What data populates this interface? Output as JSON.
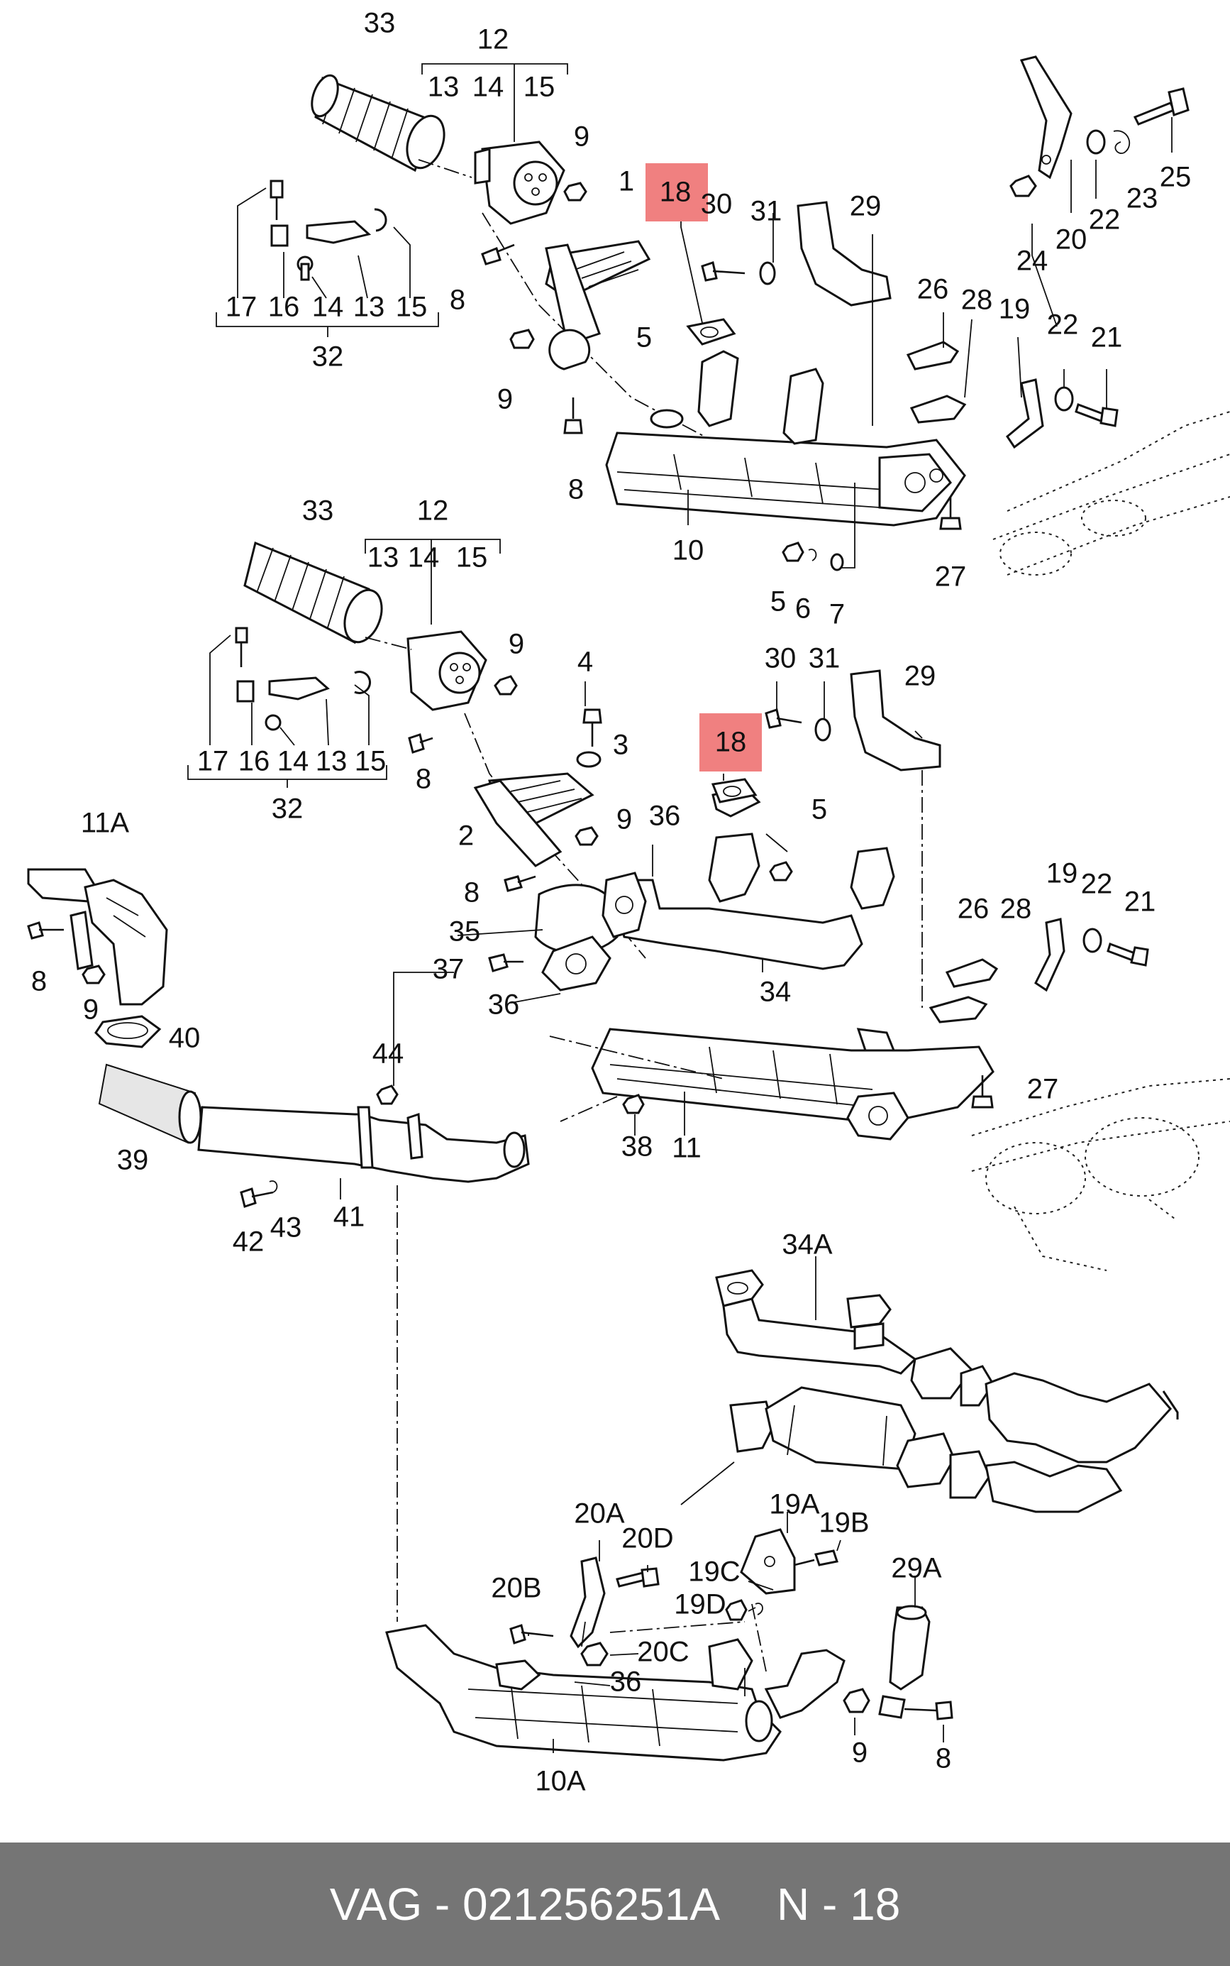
{
  "diagram": {
    "labels": {
      "top": {
        "l33": "33",
        "l12": "12",
        "l13": "13",
        "l14": "14",
        "l15": "15",
        "l9a": "9",
        "l17": "17",
        "l16": "16",
        "l14b": "14",
        "l13b": "13",
        "l15b": "15",
        "l8a": "8",
        "l32": "32",
        "l1": "1",
        "l18": "18",
        "l30": "30",
        "l31": "31",
        "l29": "29",
        "l20": "20",
        "l22": "22",
        "l23": "23",
        "l25": "25",
        "l24": "24",
        "l26": "26",
        "l28": "28",
        "l19": "19",
        "l22b": "22",
        "l21": "21",
        "l5": "5",
        "l9b": "9",
        "l8b": "8",
        "l10": "10",
        "l27": "27",
        "l5b": "5",
        "l6": "6",
        "l7": "7"
      },
      "middle": {
        "l33": "33",
        "l12": "12",
        "l13": "13",
        "l14": "14",
        "l15": "15",
        "l9a": "9",
        "l17": "17",
        "l16": "16",
        "l14b": "14",
        "l13b": "13",
        "l15b": "15",
        "l8a": "8",
        "l32": "32",
        "l4": "4",
        "l3": "3",
        "l30": "30",
        "l31": "31",
        "l29": "29",
        "l18": "18",
        "l2": "2",
        "l9b": "9",
        "l36": "36",
        "l5": "5",
        "l11A": "11A",
        "l8b": "8",
        "l35": "35",
        "l26": "26",
        "l28": "28",
        "l19": "19",
        "l22": "22",
        "l21": "21",
        "l8c": "8",
        "l9c": "9",
        "l37": "37",
        "l34": "34",
        "l36b": "36",
        "l40": "40",
        "l44": "44",
        "l27": "27",
        "l39": "39",
        "l38": "38",
        "l11": "11",
        "l42": "42",
        "l43": "43",
        "l41": "41"
      },
      "bottom": {
        "l34A": "34A",
        "l20A": "20A",
        "l20D": "20D",
        "l19A": "19A",
        "l19B": "19B",
        "l19C": "19C",
        "l19D": "19D",
        "l29A": "29A",
        "l20B": "20B",
        "l20C": "20C",
        "l36": "36",
        "l9": "9",
        "l8": "8",
        "l10A": "10A"
      }
    },
    "highlight_color": "#f08080"
  },
  "footer": {
    "brand": "VAG",
    "separator": "-",
    "part_number": "021256251A",
    "reference": "N - 18"
  }
}
